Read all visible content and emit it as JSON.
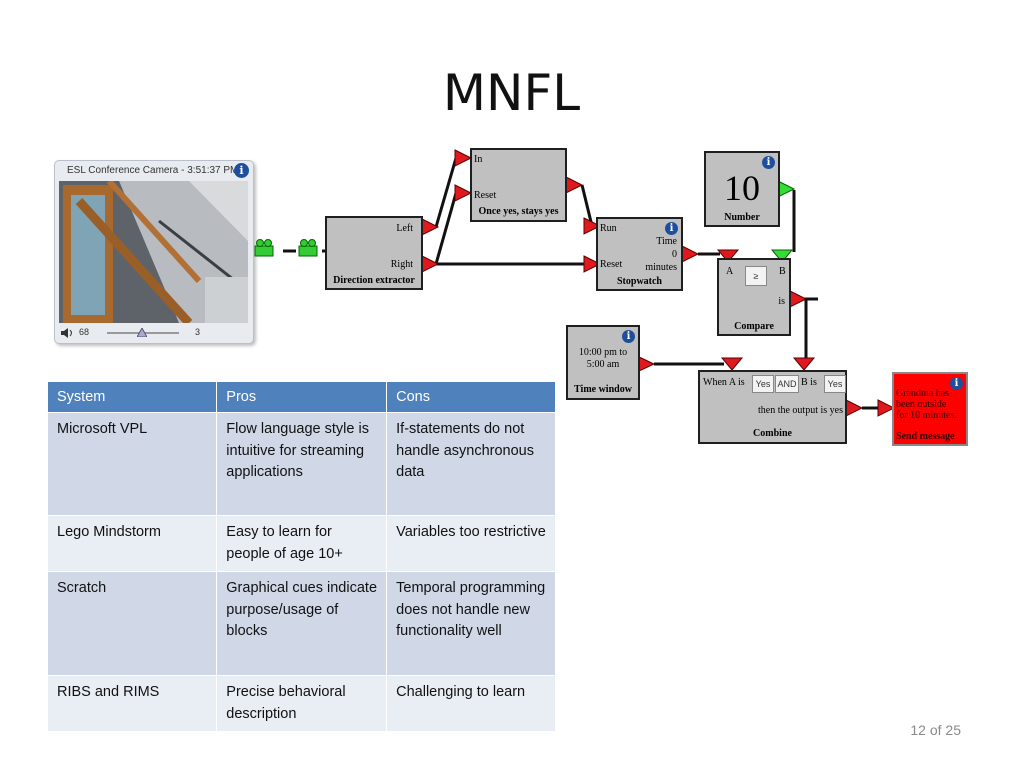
{
  "slide": {
    "title": "MNFL",
    "page_number": "12 of 25"
  },
  "camera": {
    "title": "ESL Conference Camera - 3:51:37 PM",
    "volume": "68",
    "value": "3"
  },
  "blocks": {
    "direction": {
      "left": "Left",
      "right": "Right",
      "name": "Direction extractor"
    },
    "once": {
      "in": "In",
      "reset": "Reset",
      "name": "Once yes, stays yes"
    },
    "stopwatch": {
      "run": "Run",
      "reset": "Reset",
      "time": "Time",
      "value": "0",
      "unit": "minutes",
      "name": "Stopwatch"
    },
    "number": {
      "value": "10",
      "name": "Number"
    },
    "compare": {
      "a": "A",
      "b": "B",
      "op": "≥",
      "is": "is",
      "name": "Compare"
    },
    "timewindow": {
      "line1": "10:00 pm to",
      "line2": "5:00 am",
      "name": "Time window"
    },
    "combine": {
      "when_a": "When A is",
      "yes1": "Yes",
      "and": "AND",
      "b_is": "B is",
      "yes2": "Yes",
      "then": "then the output is yes",
      "name": "Combine"
    },
    "send": {
      "line1": "Grandma has",
      "line2": "been outside",
      "line3": "for 10 minutes.",
      "name": "Send message"
    }
  },
  "table": {
    "headers": [
      "System",
      "Pros",
      "Cons"
    ],
    "rows": [
      [
        "Microsoft VPL",
        "Flow language style is intuitive for streaming applications",
        "If-statements do not handle asynchronous data"
      ],
      [
        "Lego Mindstorm",
        "Easy to learn for people of age 10+",
        "Variables too restrictive"
      ],
      [
        "Scratch",
        "Graphical cues indicate purpose/usage of blocks",
        "Temporal programming does not handle new functionality well"
      ],
      [
        "RIBS and RIMS",
        "Precise behavioral description",
        "Challenging to learn"
      ]
    ]
  },
  "colors": {
    "header_blue": "#4f81bd",
    "port_red": "#e0191f",
    "port_green": "#33dd33",
    "alert_red": "#ff0000"
  }
}
